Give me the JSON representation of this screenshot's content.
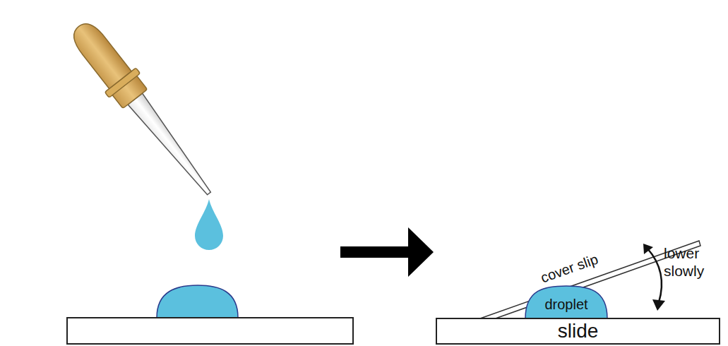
{
  "diagram": {
    "nodes": [
      {
        "text": [
          "droplet"
        ]
      },
      {
        "text": [
          "slide"
        ]
      }
    ],
    "labels": [
      "cover slip",
      "lower slowly"
    ]
  }
}
